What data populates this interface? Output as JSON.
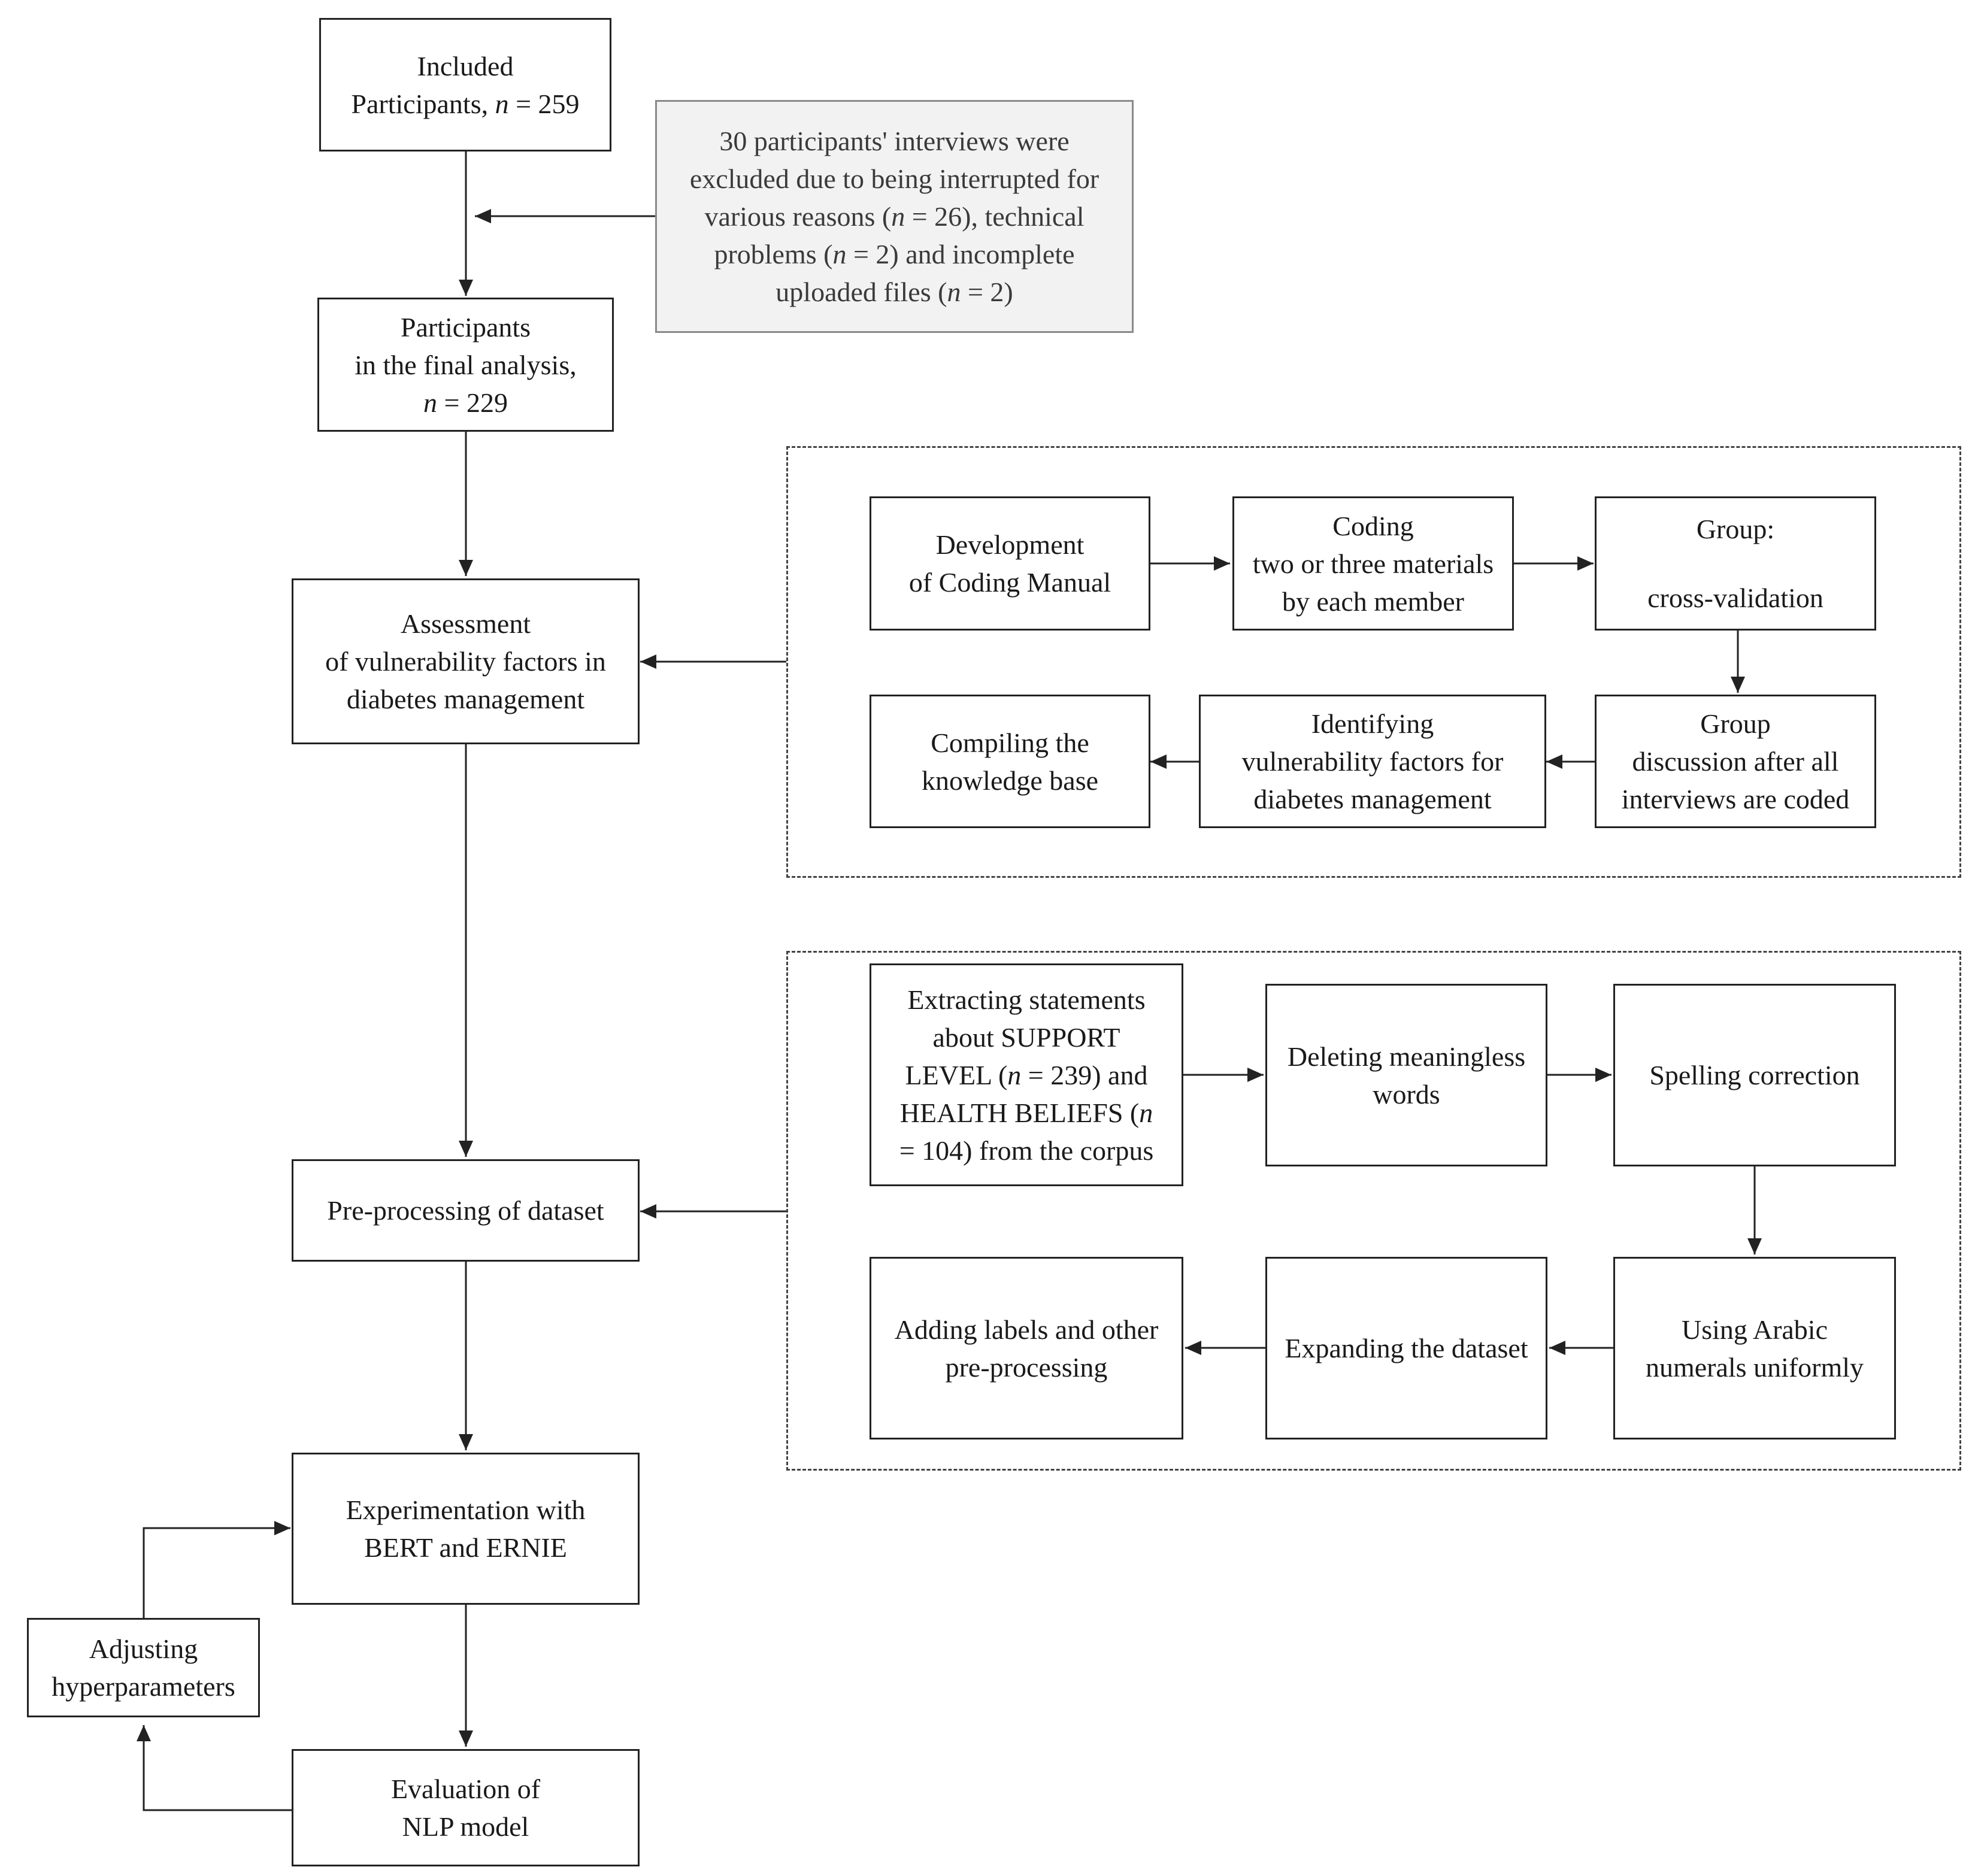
{
  "nodes": {
    "included": {
      "lines": [
        "Included",
        "Participants, |n| = 259"
      ]
    },
    "excluded": {
      "lines": [
        "30 participants' interviews were",
        "excluded due to being interrupted for",
        "various reasons (|n| = 26),  technical",
        "problems (|n| = 2) and incomplete",
        "uploaded files (|n| = 2)"
      ]
    },
    "final": {
      "lines": [
        "Participants",
        "in the final analysis,",
        "|n| = 229"
      ]
    },
    "assessment": {
      "lines": [
        "Assessment",
        "of vulnerability factors in",
        "diabetes management"
      ]
    },
    "preprocessing": {
      "lines": [
        "Pre-processing of dataset"
      ]
    },
    "experimentation": {
      "lines": [
        "Experimentation with",
        "BERT and ERNIE"
      ]
    },
    "evaluation": {
      "lines": [
        "Evaluation of",
        "NLP model"
      ]
    },
    "adjusting": {
      "lines": [
        "Adjusting",
        "hyperparameters"
      ]
    },
    "dev_manual": {
      "lines": [
        "Development",
        "of Coding Manual"
      ]
    },
    "coding": {
      "lines": [
        "Coding",
        "two or three materials",
        "by each member"
      ]
    },
    "group_cv": {
      "lines": [
        "Group:",
        "",
        "cross-validation"
      ]
    },
    "group_disc": {
      "lines": [
        "Group",
        "discussion after all",
        "interviews are coded"
      ]
    },
    "identifying": {
      "lines": [
        "Identifying",
        "vulnerability factors for",
        "diabetes management"
      ]
    },
    "compiling": {
      "lines": [
        "Compiling the",
        "knowledge base"
      ]
    },
    "extracting": {
      "lines": [
        "Extracting statements",
        "about SUPPORT",
        "LEVEL (|n| = 239) and",
        "HEALTH BELIEFS (|n|",
        "= 104) from the corpus"
      ]
    },
    "deleting": {
      "lines": [
        "Deleting meaningless",
        "words"
      ]
    },
    "spelling": {
      "lines": [
        "Spelling correction"
      ]
    },
    "arabic": {
      "lines": [
        "Using Arabic",
        "numerals uniformly"
      ]
    },
    "expanding": {
      "lines": [
        "Expanding the dataset"
      ]
    },
    "adding": {
      "lines": [
        "Adding labels and other",
        "pre-processing"
      ]
    }
  },
  "colors": {
    "line": "#222222",
    "excluded_fill": "#f2f2f2",
    "excluded_border": "#8a8a8a",
    "excluded_text": "#3a3a3a"
  }
}
